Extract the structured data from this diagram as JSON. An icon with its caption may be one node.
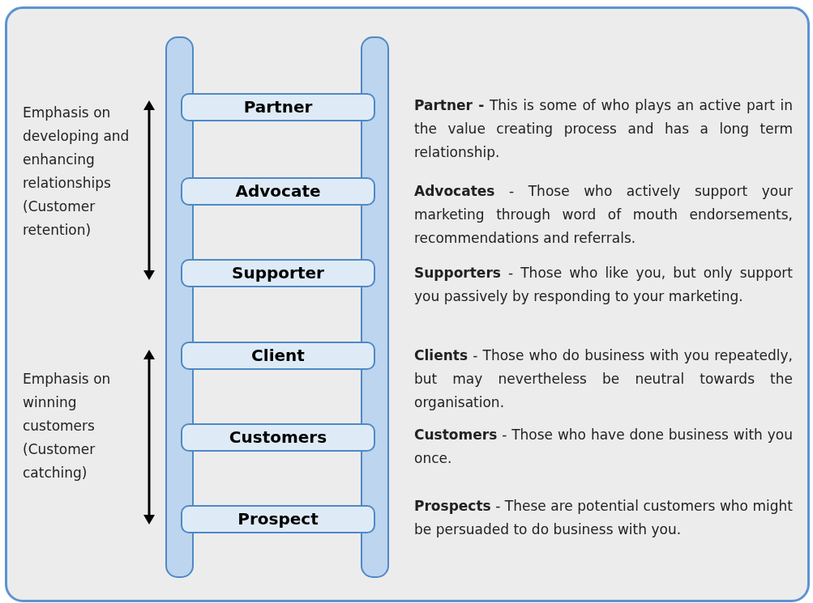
{
  "diagram": {
    "nodes": [
      {
        "text": [
          "Partner"
        ],
        "beside": [
          "**Partner -** This is some of who plays an active part in the value creating process and has a long term relationship."
        ]
      },
      {
        "text": [
          "Advocate"
        ],
        "beside": [
          "**Advocates** - Those who actively support your marketing through word of mouth endorsements, recommendations and referrals."
        ]
      },
      {
        "text": [
          "Supporter"
        ],
        "beside": [
          "**Supporters** - Those who like you, but only support you passively by responding to your marketing."
        ]
      },
      {
        "text": [
          "Client"
        ],
        "beside": [
          "**Clients** - Those who do business with you repeatedly, but may nevertheless be neutral towards the organisation."
        ]
      },
      {
        "text": [
          "Customers"
        ],
        "beside": [
          "**Customers** - Those who have done business with you once."
        ]
      },
      {
        "text": [
          "Prospect"
        ],
        "beside": [
          "**Prospects** - These are potential customers who might be persuaded to do business with you."
        ]
      }
    ],
    "edges": [],
    "labels": [
      "Emphasis on developing and enhancing relationships (Customer retention)",
      "Emphasis on winning customers (Customer catching)"
    ]
  }
}
